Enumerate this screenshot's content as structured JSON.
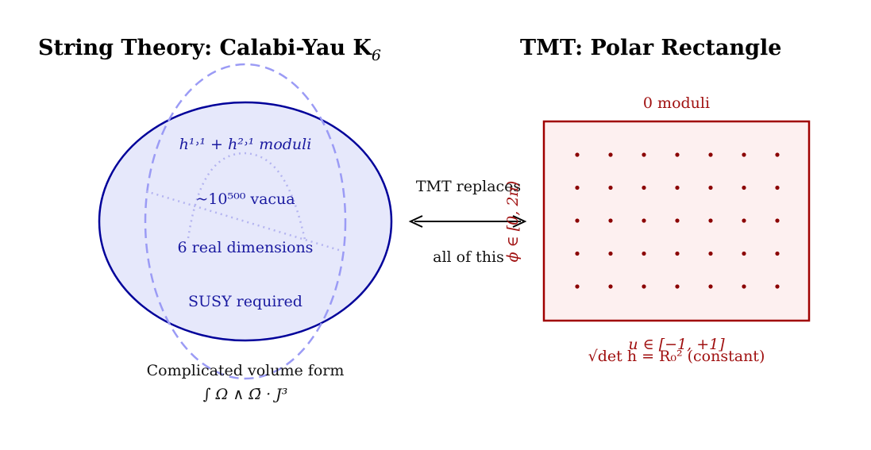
{
  "left_panel": {
    "title": "String Theory: Calabi-Yau K",
    "title_subscript": "6",
    "moduli_label": "h¹˒¹ + h²˒¹ moduli",
    "vacua_label": "~10⁵⁰⁰ vacua",
    "dimensions_label": "6 real dimensions",
    "susy_label": "SUSY required",
    "volume_caption": "Complicated volume form",
    "volume_formula": "∫ Ω ∧ Ω̄ · J³"
  },
  "middle": {
    "top_label": "TMT replaces",
    "bottom_label": "all of this"
  },
  "right_panel": {
    "title": "TMT: Polar Rectangle",
    "moduli_label": "0 moduli",
    "phi_label": "ϕ ∈ [0, 2π)",
    "u_label": "u ∈ [−1, +1]",
    "det_label": "√det h = R₀² (constant)",
    "grid_rows": 5,
    "grid_cols": 7
  },
  "colors": {
    "ellipse_stroke": "#00009a",
    "ellipse_fill": "#e6e8fb",
    "dashed": "#9b9bf5",
    "dotted": "#b4b4f0",
    "label_blue": "#1a1aa0",
    "rect_stroke": "#a00000",
    "rect_fill": "#fdf0f0",
    "dot": "#8b0000",
    "label_red": "#a01010"
  }
}
